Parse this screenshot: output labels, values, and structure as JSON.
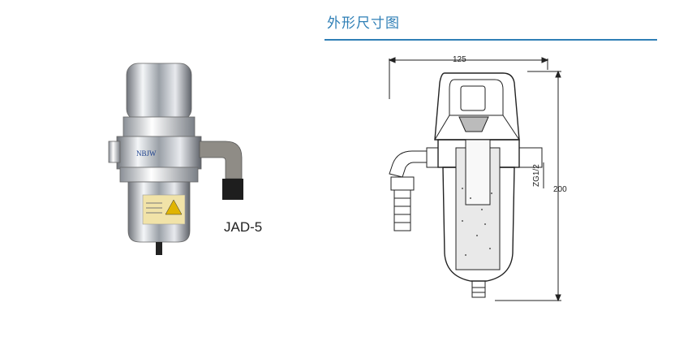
{
  "product": {
    "model": "JAD-5",
    "brand_label": "NBJW"
  },
  "section": {
    "title": "外形尺寸图"
  },
  "dimensions": {
    "width": "125",
    "height": "200",
    "port": "ZG1/2"
  }
}
